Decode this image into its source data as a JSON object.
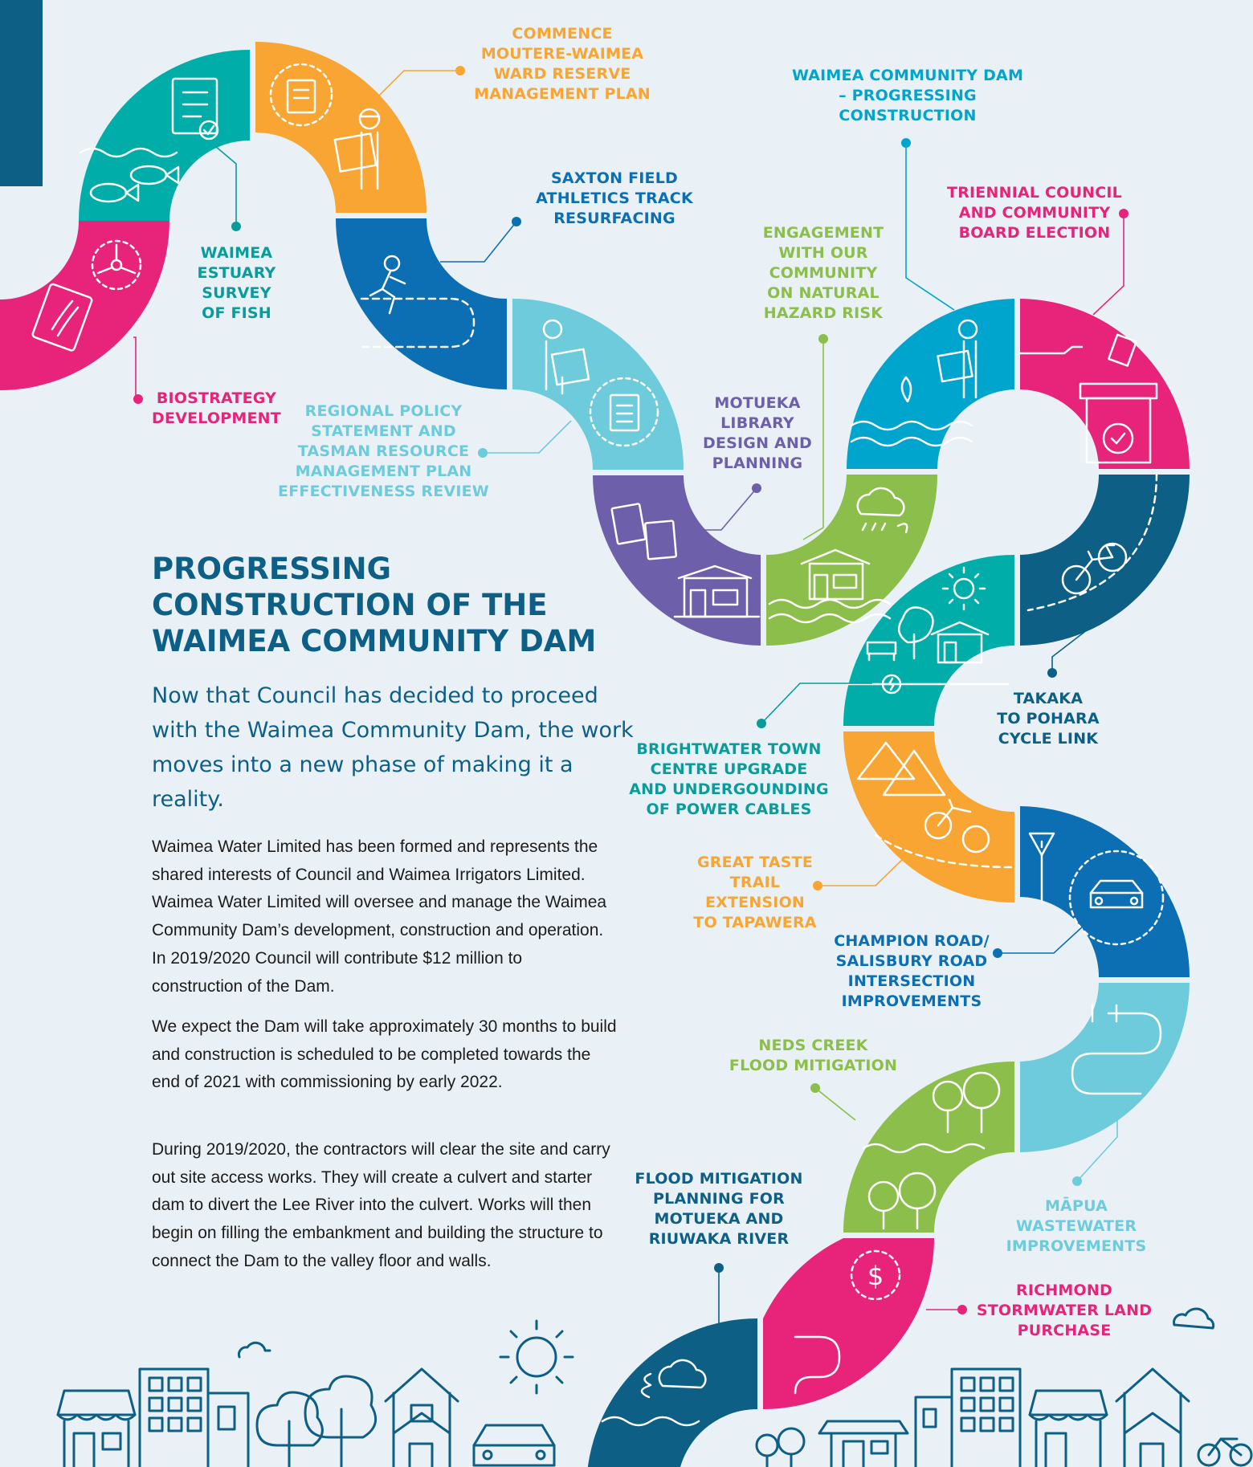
{
  "headline": "PROGRESSING\nCONSTRUCTION OF THE\nWAIMEA COMMUNITY DAM",
  "intro": "Now that Council has decided to proceed with the Waimea Community Dam, the work moves into a new phase of making it a reality.",
  "paragraphs": [
    "Waimea Water Limited has been formed and represents the shared interests of Council and Waimea Irrigators Limited. Waimea Water Limited will oversee and manage the Waimea Community Dam’s development, construction and operation. In 2019/2020 Council will contribute $12 million to construction of the Dam.",
    "We expect the Dam will take approximately 30 months to build and construction is scheduled to be completed towards the end of 2021 with commissioning by early 2022.",
    "During 2019/2020, the contractors will clear the site and carry out site access works. They will create a culvert and starter dam to divert the Lee River into the culvert. Works will then begin on filling the embankment and building the structure to connect the Dam to the valley floor and walls."
  ],
  "colors": {
    "teal": "#00ada9",
    "orange": "#f8a534",
    "blue": "#0c6eb3",
    "light_blue": "#6ecbdc",
    "purple": "#6d5fa9",
    "green": "#8bbe4a",
    "cyan": "#00a5cd",
    "magenta": "#e8247a",
    "navy": "#0e5f86",
    "dark_teal": "#0a8c8f"
  },
  "milestones": [
    {
      "id": "biostrategy",
      "text": "BIOSTRATEGY\nDEVELOPMENT",
      "color": "#e8247a",
      "icon": "dna-book-icon"
    },
    {
      "id": "estuary",
      "text": "WAIMEA\nESTUARY\nSURVEY\nOF FISH",
      "color": "#0a9b9b",
      "icon": "fish-checklist-icon"
    },
    {
      "id": "reserve",
      "text": "COMMENCE\nMOUTERE-WAIMEA\nWARD RESERVE\nMANAGEMENT PLAN",
      "color": "#f8a534",
      "icon": "worker-plan-icon"
    },
    {
      "id": "saxton",
      "text": "SAXTON FIELD\nATHLETICS TRACK\nRESURFACING",
      "color": "#0c6eb3",
      "icon": "runner-icon"
    },
    {
      "id": "policy",
      "text": "REGIONAL POLICY\nSTATEMENT AND\nTASMAN RESOURCE\nMANAGEMENT PLAN\nEFFECTIVENESS REVIEW",
      "color": "#6ecbdc",
      "icon": "document-icon"
    },
    {
      "id": "library",
      "text": "MOTUEKA\nLIBRARY\nDESIGN AND\nPLANNING",
      "color": "#6d5fa9",
      "icon": "library-icon"
    },
    {
      "id": "hazard",
      "text": "ENGAGEMENT\nWITH OUR\nCOMMUNITY\nON NATURAL\nHAZARD RISK",
      "color": "#8bbe4a",
      "icon": "storm-house-icon"
    },
    {
      "id": "dam",
      "text": "WAIMEA COMMUNITY DAM\n– PROGRESSING\nCONSTRUCTION",
      "color": "#00a5cd",
      "icon": "dam-worker-icon"
    },
    {
      "id": "election",
      "text": "TRIENNIAL COUNCIL\nAND COMMUNITY\nBOARD ELECTION",
      "color": "#e8247a",
      "icon": "ballot-box-icon"
    },
    {
      "id": "takaka",
      "text": "TAKAKA\nTO POHARA\nCYCLE LINK",
      "color": "#0e5f86",
      "icon": "bicycle-icon"
    },
    {
      "id": "brightwater",
      "text": "BRIGHTWATER TOWN\nCENTRE UPGRADE\nAND UNDERGOUNDING\nOF POWER CABLES",
      "color": "#0a9b9b",
      "icon": "town-centre-icon"
    },
    {
      "id": "greattaste",
      "text": "GREAT TASTE\nTRAIL\nEXTENSION\nTO TAPAWERA",
      "color": "#f8a534",
      "icon": "mountain-bike-icon"
    },
    {
      "id": "champion",
      "text": "CHAMPION ROAD/\nSALISBURY ROAD\nINTERSECTION\nIMPROVEMENTS",
      "color": "#0c6eb3",
      "icon": "car-icon"
    },
    {
      "id": "neds",
      "text": "NEDS CREEK\nFLOOD MITIGATION",
      "color": "#8bbe4a",
      "icon": "trees-icon"
    },
    {
      "id": "mapua",
      "text": "MĀPUA\nWASTEWATER\nIMPROVEMENTS",
      "color": "#6ecbdc",
      "icon": "pipes-icon"
    },
    {
      "id": "flood",
      "text": "FLOOD MITIGATION\nPLANNING FOR\nMOTUEKA AND\nRIUWAKA RIVER",
      "color": "#0e5f86",
      "icon": "storm-cloud-icon"
    },
    {
      "id": "richmond",
      "text": "RICHMOND\nSTORMWATER LAND\nPURCHASE",
      "color": "#e8247a",
      "icon": "dollar-icon"
    }
  ]
}
